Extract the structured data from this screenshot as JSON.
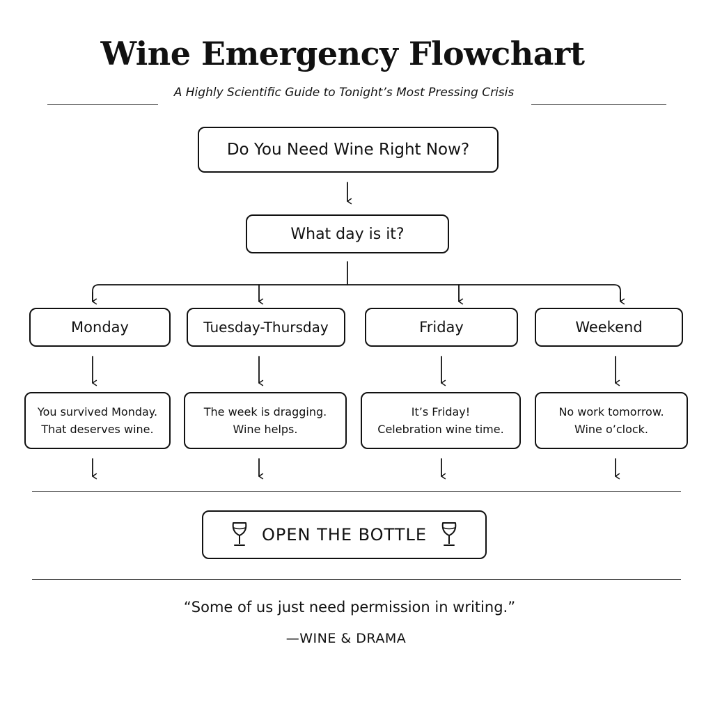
{
  "title": "Wine Emergency Flowchart",
  "subtitle": "A Highly Scientific Guide to Tonight’s Most Pressing Crisis",
  "question_main": "Do You Need Wine Right Now?",
  "question_day": "What day is it?",
  "days": [
    {
      "label": "Monday",
      "result_line1": "You survived Monday.",
      "result_line2": "That deserves wine."
    },
    {
      "label": "Tuesday-Thursday",
      "result_line1": "The week is dragging.",
      "result_line2": "Wine helps."
    },
    {
      "label": "Friday",
      "result_line1": "It’s Friday!",
      "result_line2": "Celebration wine time."
    },
    {
      "label": "Weekend",
      "result_line1": "No work tomorrow.",
      "result_line2": "Wine o’clock."
    }
  ],
  "final_action": "OPEN THE BOTTLE",
  "quote": "“Some of us just need permission in writing.”",
  "attribution": "—WINE & DRAMA",
  "icons": {
    "final_left": "wine-glass-icon",
    "final_right": "wine-glass-icon"
  },
  "colors": {
    "ink": "#111111",
    "background": "#ffffff"
  }
}
